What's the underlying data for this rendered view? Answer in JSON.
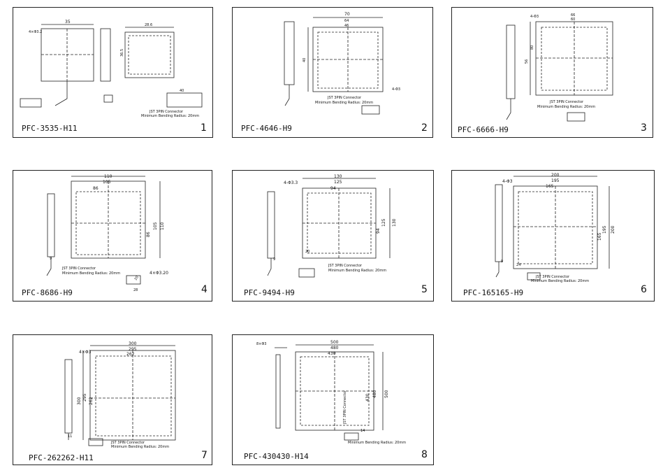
{
  "panels": [
    {
      "model": "PFC-3535-H11",
      "number": "1",
      "connector": "JST 3PIN Connector",
      "bending": "Minimum Bending Radius: 20mm",
      "dims": [
        "35",
        "28.6",
        "4×Φ3.2",
        "36.5",
        "40"
      ]
    },
    {
      "model": "PFC-4646-H9",
      "number": "2",
      "connector": "JST 3PIN Connector",
      "bending": "Minimum Bending Radius: 20mm",
      "dims": [
        "70",
        "64",
        "46",
        "40",
        "4-Φ3"
      ]
    },
    {
      "model": "PFC-6666-H9",
      "number": "3",
      "connector": "JST 3PIN Connector",
      "bending": "Minimum Bending Radius: 20mm",
      "dims": [
        "4-Φ3",
        "66",
        "60",
        "56",
        "80"
      ]
    },
    {
      "model": "PFC-8686-H9",
      "number": "4",
      "connector": "JST 3PIN Connector",
      "bending": "Minimum Bending Radius: 20mm",
      "dims": [
        "110",
        "105",
        "86",
        "86",
        "105",
        "110",
        "4×Φ3.20",
        "9",
        "28",
        "20"
      ]
    },
    {
      "model": "PFC-9494-H9",
      "number": "5",
      "connector": "JST 3PIN Connector",
      "bending": "Minimum Bending Radius: 20mm",
      "dims": [
        "130",
        "125",
        "94",
        "4-Φ3.3",
        "94",
        "125",
        "130",
        "20",
        "9"
      ]
    },
    {
      "model": "PFC-165165-H9",
      "number": "6",
      "connector": "JST 3PIN Connector",
      "bending": "Minimum Bending Radius: 20mm",
      "dims": [
        "200",
        "195",
        "165",
        "4-Φ3",
        "165",
        "195",
        "200",
        "24",
        "9"
      ]
    },
    {
      "model": "PFC-262262-H11",
      "number": "7",
      "connector": "JST 3PIN Connector",
      "bending": "Minimum Bending Radius: 20mm",
      "dims": [
        "300",
        "295",
        "262",
        "4×Φ3",
        "300",
        "295",
        "262",
        "11"
      ]
    },
    {
      "model": "PFC-430430-H14",
      "number": "8",
      "connector": "JST 3PIN Connector",
      "bending": "Minimum Bending Radius: 20mm",
      "dims": [
        "8×Φ3",
        "500",
        "480",
        "430",
        "430",
        "480",
        "500",
        "14"
      ]
    }
  ]
}
